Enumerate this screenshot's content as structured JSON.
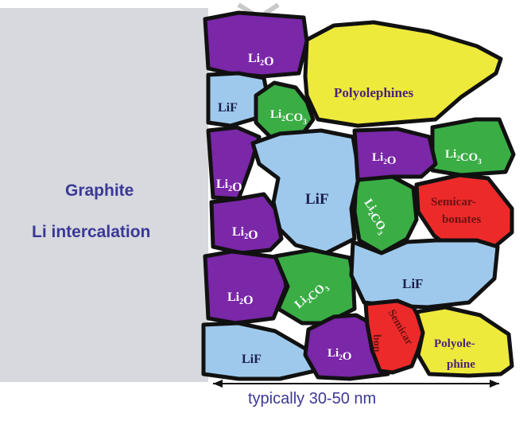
{
  "left_region": {
    "line1": "Graphite",
    "line2": "Li intercalation",
    "text_color": "#3b3896",
    "fill": "#d7d9de"
  },
  "scale_label": "typically 30-50 nm",
  "colors": {
    "Li2O": "#7a27a8",
    "LiF": "#9ec9ec",
    "Li2CO3": "#3aad45",
    "Polyolephines": "#eeea3c",
    "Semicarbonates": "#ed2a2a",
    "outline": "#111111"
  },
  "grains": [
    {
      "name": "li2o-grain-1",
      "kind": "Li2O",
      "label_parts": [
        [
          "Li",
          "n"
        ],
        [
          "2",
          "sub"
        ],
        [
          "O",
          "n"
        ]
      ]
    },
    {
      "name": "polyolephines-grain-1",
      "kind": "Polyolephines",
      "label_parts": [
        [
          "Polyolephines",
          "n"
        ]
      ]
    },
    {
      "name": "lif-grain-1",
      "kind": "LiF",
      "label_parts": [
        [
          "LiF",
          "n"
        ]
      ]
    },
    {
      "name": "li2co3-grain-1",
      "kind": "Li2CO3",
      "label_parts": [
        [
          "Li",
          "n"
        ],
        [
          "2",
          "sub"
        ],
        [
          "CO",
          "n"
        ],
        [
          "3",
          "sub"
        ]
      ]
    },
    {
      "name": "li2o-grain-2",
      "kind": "Li2O",
      "label_parts": [
        [
          "Li",
          "n"
        ],
        [
          "2",
          "sub"
        ],
        [
          "O",
          "n"
        ]
      ]
    },
    {
      "name": "li2o-grain-3",
      "kind": "Li2O",
      "label_parts": [
        [
          "Li",
          "n"
        ],
        [
          "2",
          "sub"
        ],
        [
          "O",
          "n"
        ]
      ]
    },
    {
      "name": "li2co3-grain-2",
      "kind": "Li2CO3",
      "label_parts": [
        [
          "Li",
          "n"
        ],
        [
          "2",
          "sub"
        ],
        [
          "CO",
          "n"
        ],
        [
          "3",
          "sub"
        ]
      ]
    },
    {
      "name": "lif-grain-2",
      "kind": "LiF",
      "label_parts": [
        [
          "LiF",
          "n"
        ]
      ]
    },
    {
      "name": "li2co3-grain-3",
      "kind": "Li2CO3",
      "label_parts": [
        [
          "Li",
          "n"
        ],
        [
          "2",
          "sub"
        ],
        [
          "CO",
          "n"
        ],
        [
          "3",
          "sub"
        ]
      ]
    },
    {
      "name": "semicarbonates-grain-1",
      "kind": "Semicarbonates",
      "label_parts": [
        [
          "Semicar-",
          "n"
        ]
      ],
      "label2": "bonates"
    },
    {
      "name": "li2o-grain-4",
      "kind": "Li2O",
      "label_parts": [
        [
          "Li",
          "n"
        ],
        [
          "2",
          "sub"
        ],
        [
          "O",
          "n"
        ]
      ]
    },
    {
      "name": "li2o-grain-5",
      "kind": "Li2O",
      "label_parts": [
        [
          "Li",
          "n"
        ],
        [
          "2",
          "sub"
        ],
        [
          "O",
          "n"
        ]
      ]
    },
    {
      "name": "li2co3-grain-4",
      "kind": "Li2CO3",
      "label_parts": [
        [
          "Li",
          "n"
        ],
        [
          "2",
          "sub"
        ],
        [
          "CO",
          "n"
        ],
        [
          "3",
          "sub"
        ]
      ]
    },
    {
      "name": "lif-grain-3",
      "kind": "LiF",
      "label_parts": [
        [
          "LiF",
          "n"
        ]
      ]
    },
    {
      "name": "lif-grain-4",
      "kind": "LiF",
      "label_parts": [
        [
          "LiF",
          "n"
        ]
      ]
    },
    {
      "name": "li2o-grain-6",
      "kind": "Li2O",
      "label_parts": [
        [
          "Li",
          "n"
        ],
        [
          "2",
          "sub"
        ],
        [
          "O",
          "n"
        ]
      ]
    },
    {
      "name": "semicarbonates-grain-2",
      "kind": "Semicarbonates",
      "label_parts": [
        [
          "Semicar",
          "n"
        ]
      ],
      "label2": "bon"
    },
    {
      "name": "polyolephines-grain-2",
      "kind": "Polyolephines",
      "label_parts": [
        [
          "Polyole-",
          "n"
        ]
      ],
      "label2": "phine"
    }
  ]
}
